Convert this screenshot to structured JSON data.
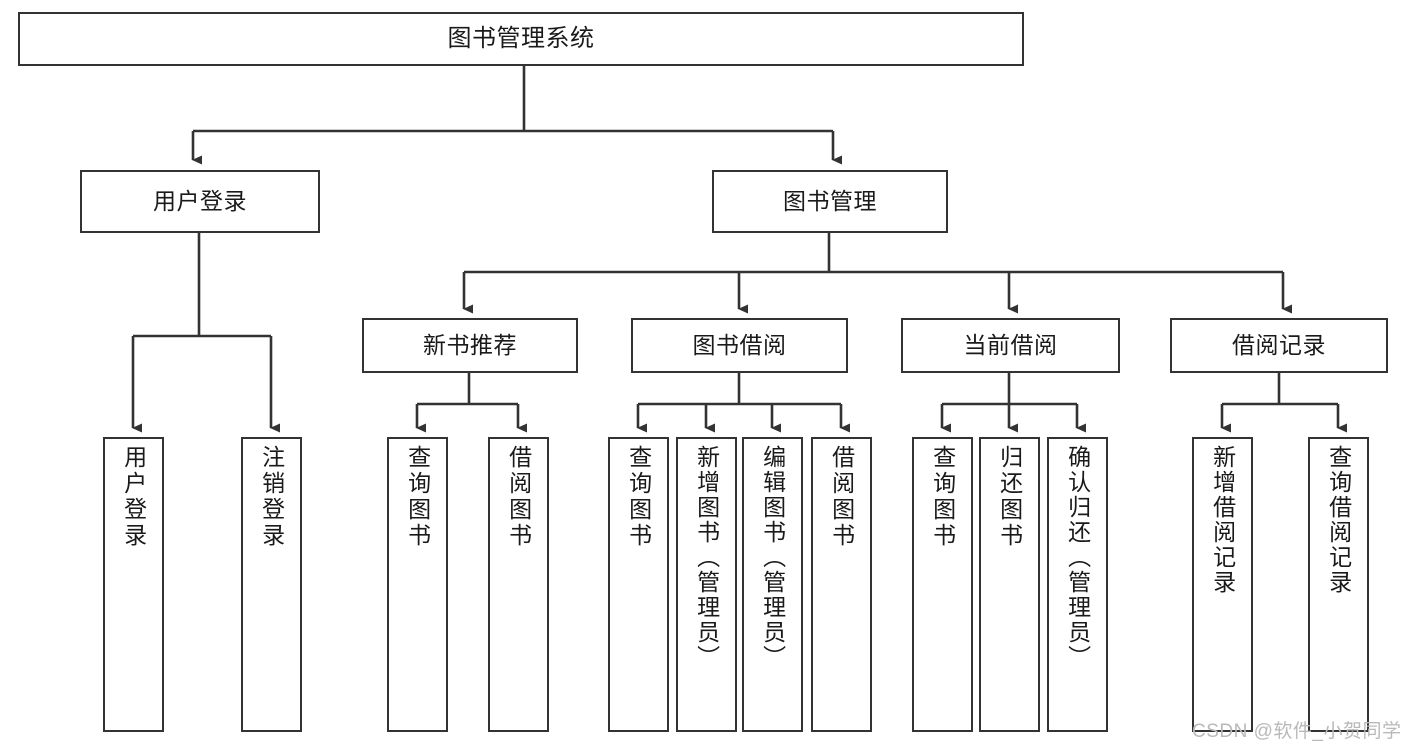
{
  "diagram": {
    "type": "hierarchy-tree",
    "title": "图书管理系统",
    "watermark": "CSDN @软件_小贺同学",
    "colors": {
      "stroke": "#333333",
      "fill": "#ffffff",
      "text": "#1a1a1a",
      "watermark": "#b9b9b9"
    },
    "nodes": {
      "root": {
        "label": "图书管理系统"
      },
      "level2": [
        {
          "id": "user-login",
          "label": "用户登录"
        },
        {
          "id": "book-manage",
          "label": "图书管理"
        }
      ],
      "level3": [
        {
          "id": "new-book-recommend",
          "label": "新书推荐"
        },
        {
          "id": "book-borrow",
          "label": "图书借阅"
        },
        {
          "id": "current-borrow",
          "label": "当前借阅"
        },
        {
          "id": "borrow-record",
          "label": "借阅记录"
        }
      ],
      "leaves": {
        "user-login": [
          {
            "id": "leaf-user-login",
            "label": "用户登录"
          },
          {
            "id": "leaf-logout-login",
            "label": "注销登录"
          }
        ],
        "new-book-recommend": [
          {
            "id": "leaf-query-book-1",
            "label": "查询图书"
          },
          {
            "id": "leaf-borrow-book-1",
            "label": "借阅图书"
          }
        ],
        "book-borrow": [
          {
            "id": "leaf-query-book-2",
            "label": "查询图书"
          },
          {
            "id": "leaf-add-book-admin",
            "label": "新增图书（管理员）"
          },
          {
            "id": "leaf-edit-book-admin",
            "label": "编辑图书（管理员）"
          },
          {
            "id": "leaf-borrow-book-2",
            "label": "借阅图书"
          }
        ],
        "current-borrow": [
          {
            "id": "leaf-query-book-3",
            "label": "查询图书"
          },
          {
            "id": "leaf-return-book",
            "label": "归还图书"
          },
          {
            "id": "leaf-confirm-return-admin",
            "label": "确认归还（管理员）"
          }
        ],
        "borrow-record": [
          {
            "id": "leaf-add-borrow-record",
            "label": "新增借阅记录"
          },
          {
            "id": "leaf-query-borrow-record",
            "label": "查询借阅记录"
          }
        ]
      }
    }
  }
}
